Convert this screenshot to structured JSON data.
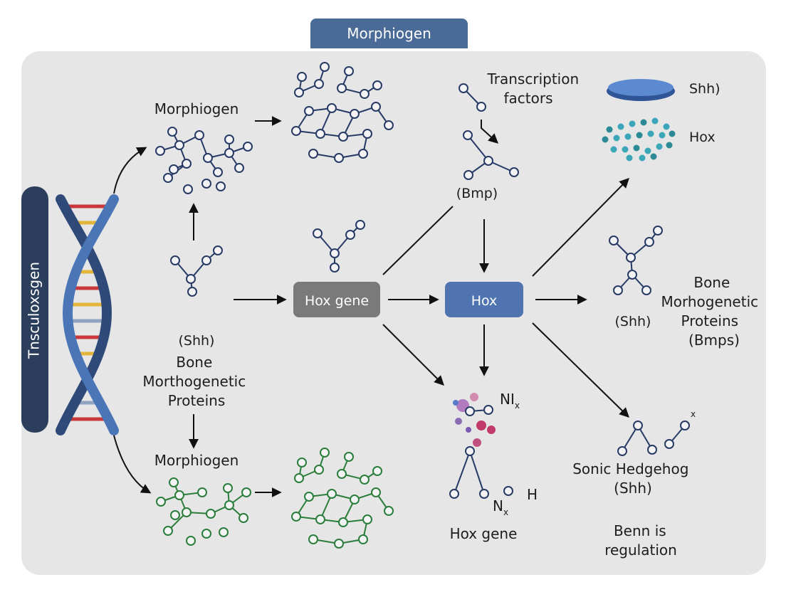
{
  "header": {
    "title": "Morphiogen"
  },
  "sidebar": {
    "label": "Tnsculoxsgen"
  },
  "labels": {
    "morphiogen_top": "Morphiogen",
    "morphiogen_bottom": "Morphiogen",
    "transcription": [
      "Transcription",
      "factors"
    ],
    "bmp": "(Bmp)",
    "shh_right": "Shh)",
    "hox_right": "Hox",
    "shh_left": "(Shh)",
    "bone_left": [
      "Bone",
      "Morthogenetic",
      "Proteins"
    ],
    "shh_mid_right": "(Shh)",
    "bone_right": [
      "Bone",
      "Morhogenetic",
      "Proteins",
      "(Bmps)"
    ],
    "ni": "NI",
    "ni_sub": "x",
    "n": "N",
    "n_sub": "x",
    "h": "H",
    "x_sup": "x",
    "sonic": [
      "Sonic Hedgehog",
      "(Shh)"
    ],
    "benn": [
      "Benn is",
      "regulation"
    ],
    "hox_gene_bottom": "Hox gene"
  },
  "nodes": {
    "hox_gene_box": "Hox gene",
    "hox_box": "Hox"
  },
  "colors": {
    "panel": "#e6e6e6",
    "sidebar": "#2b3f5c",
    "header": "#4a6a98",
    "hox_gene_box": "#7a7a7a",
    "hox_box": "#4f74b0",
    "molecule_navy": "#273a66",
    "molecule_green": "#2a7d3a",
    "disc": "#4d7cc4",
    "dots": "#3a9fb0",
    "purple": "#9b5fa8"
  }
}
